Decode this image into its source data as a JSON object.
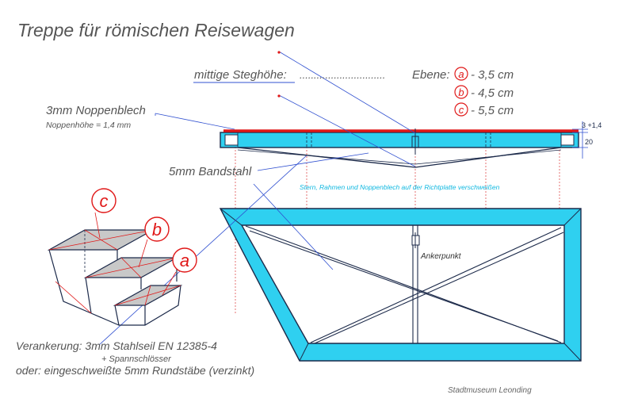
{
  "title": "Treppe für römischen Reisewagen",
  "step_height": {
    "label": "mittige Steghöhe:",
    "dots": "..............................",
    "ebene_label": "Ebene:",
    "levels": [
      {
        "letter": "a",
        "value": "- 3,5 cm"
      },
      {
        "letter": "b",
        "value": "- 4,5 cm"
      },
      {
        "letter": "c",
        "value": "- 5,5 cm"
      }
    ]
  },
  "noppenblech": {
    "label": "3mm Noppenblech",
    "sublabel": "Noppenhöhe = 1,4 mm"
  },
  "bandstahl_label": "5mm Bandstahl",
  "dimensions": {
    "top": "3 +1,4",
    "side": "20"
  },
  "weld_note": "Stern, Rahmen und Noppenblech auf der Richtplatte verschweißen",
  "anchor_label": "Ankerpunkt",
  "stairs_labels": [
    "c",
    "b",
    "a"
  ],
  "anchoring": {
    "line1": "Verankerung:  3mm Stahlseil  EN 12385-4",
    "line2": "+ Spannschlösser",
    "line3": "oder: eingeschweißte 5mm Rundstäbe (verzinkt)"
  },
  "credit": "Stadtmuseum  Leonding",
  "colors": {
    "cyan": "#2fd0f0",
    "red": "#e01818",
    "blue": "#3050d0",
    "navy": "#1c2a4a",
    "label_gray": "#555555"
  }
}
